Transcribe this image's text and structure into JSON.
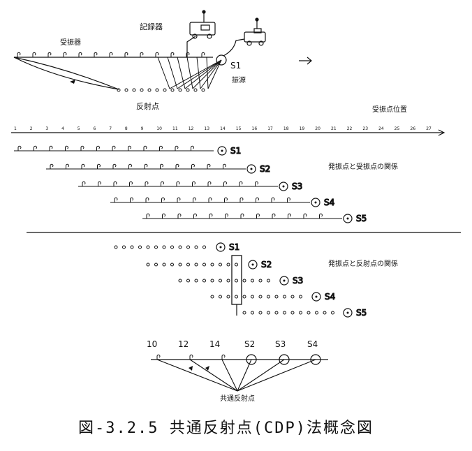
{
  "colors": {
    "ink": "#111111",
    "background": "#ffffff"
  },
  "top": {
    "recorder_label": "記録器",
    "receiver_label": "受振器",
    "source_label": "S1",
    "shot_label": "振源",
    "reflection_label": "反射点",
    "arrow": "→"
  },
  "mid": {
    "axis_label": "受振点位置",
    "axis_ticks": [
      "1",
      "2",
      "3",
      "4",
      "5",
      "6",
      "7",
      "8",
      "9",
      "10",
      "11",
      "12",
      "13",
      "14",
      "15",
      "16",
      "17",
      "18",
      "19",
      "20",
      "21",
      "22",
      "23",
      "24",
      "25",
      "26",
      "27"
    ],
    "relation_label": "発振点と受振点の関係",
    "sources": [
      "S1",
      "S2",
      "S3",
      "S4",
      "S5"
    ]
  },
  "bottom": {
    "relation_label": "発振点と反射点の関係",
    "sources": [
      "S1",
      "S2",
      "S3",
      "S4",
      "S5"
    ],
    "ray_labels": [
      "10",
      "12",
      "14",
      "S2",
      "S3",
      "S4"
    ],
    "cdp_label": "共通反射点"
  },
  "caption": "図-3.2.5 共通反射点(CDP)法概念図"
}
